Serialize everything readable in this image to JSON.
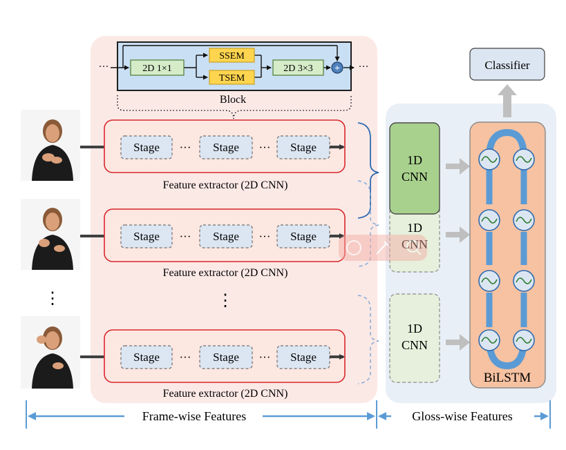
{
  "block": {
    "op_1x1": "2D 1×1",
    "ssem": "SSEM",
    "tsem": "TSEM",
    "op_3x3": "2D 3×3",
    "plus": "+",
    "label": "Block",
    "ellipsis_left": "···",
    "ellipsis_right": "···"
  },
  "extractors": [
    {
      "stages": [
        "Stage",
        "Stage",
        "Stage"
      ],
      "dots": [
        "···",
        "···"
      ],
      "label": "Feature extractor (2D CNN)"
    },
    {
      "stages": [
        "Stage",
        "Stage",
        "Stage"
      ],
      "dots": [
        "···",
        "···"
      ],
      "label": "Feature extractor (2D CNN)"
    },
    {
      "stages": [
        "Stage",
        "Stage",
        "Stage"
      ],
      "dots": [
        "···",
        "···"
      ],
      "label": "Feature extractor (2D CNN)"
    }
  ],
  "vertical_dots": {
    "left": "⋮",
    "middle": "⋮"
  },
  "cnn1d": [
    {
      "line1": "1D",
      "line2": "CNN"
    },
    {
      "line1": "1D",
      "line2": "CNN"
    },
    {
      "line1": "1D",
      "line2": "CNN"
    }
  ],
  "classifier": "Classifier",
  "bilstm": "BiLSTM",
  "bottom": {
    "frame_wise": "Frame-wise Features",
    "gloss_wise": "Gloss-wise Features"
  },
  "colors": {
    "frame_panel": "#fbe9e6",
    "gloss_panel": "#e9eff6",
    "extractor_border": "#d9262b",
    "extractor_fill": "#fde7e1",
    "stage_fill": "#dce6f2",
    "block_fill": "#c9dff3",
    "op_fill": "#d6ecc9",
    "sem_fill": "#ffd54f",
    "cnn_active": "#a9d18e",
    "cnn_faded": "#e6f0dc",
    "bilstm_fill": "#f6c2a1",
    "arrow_blue": "#5b9bd5",
    "arrow_grey": "#bfbfbf"
  }
}
